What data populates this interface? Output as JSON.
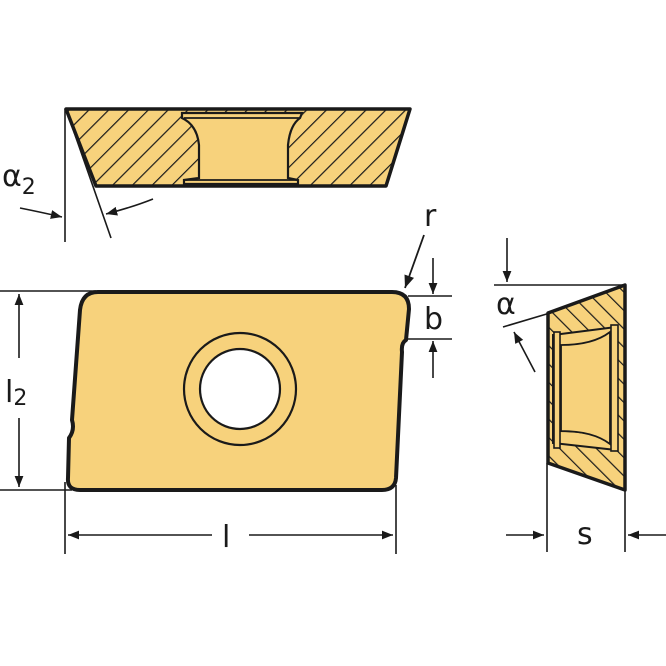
{
  "diagram": {
    "subject": "indexable cutting insert",
    "colors": {
      "fill": "#f7d27c",
      "stroke": "#1a1a1a",
      "background": "#ffffff"
    },
    "views": {
      "top_section": {
        "name": "side cross-section",
        "angle_label": "α",
        "angle_subscript": "2"
      },
      "front_view": {
        "name": "plan view",
        "labels": {
          "length": "l",
          "width": "l",
          "width_subscript": "2",
          "radius": "r",
          "chamfer": "b"
        }
      },
      "side_section": {
        "name": "end cross-section",
        "labels": {
          "angle": "α",
          "thickness": "s"
        }
      }
    }
  }
}
